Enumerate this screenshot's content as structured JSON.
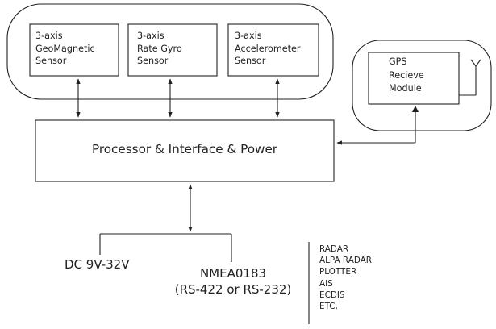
{
  "sensors": [
    {
      "lines": [
        "3-axis",
        "GeoMagnetic",
        "Sensor"
      ]
    },
    {
      "lines": [
        "3-axis",
        "Rate Gyro",
        "Sensor"
      ]
    },
    {
      "lines": [
        "3-axis",
        "Accelerometer",
        "Sensor"
      ]
    }
  ],
  "gps": {
    "lines": [
      "GPS",
      "Recieve",
      "Module"
    ]
  },
  "processor": {
    "label": "Processor & Interface & Power"
  },
  "power": {
    "label": "DC 9V-32V"
  },
  "nmea": {
    "line1": "NMEA0183",
    "line2": "(RS-422 or RS-232)"
  },
  "devices": [
    "RADAR",
    "ALPA RADAR",
    "PLOTTER",
    "AIS",
    "ECDIS",
    "ETC,"
  ],
  "colors": {
    "line": "#231f20",
    "background": "#ffffff"
  }
}
